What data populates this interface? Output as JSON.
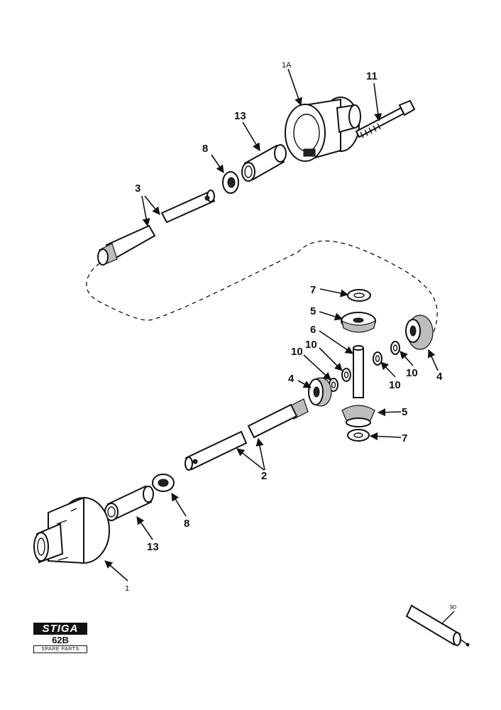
{
  "callouts": {
    "c1A": "1A",
    "c11": "11",
    "c13_top": "13",
    "c8_top": "8",
    "c3": "3",
    "c7_top": "7",
    "c5_top": "5",
    "c6": "6",
    "c10_a": "10",
    "c10_b": "10",
    "c10_c": "10",
    "c10_d": "10",
    "c4_left": "4",
    "c4_right": "4",
    "c5_bottom": "5",
    "c7_bottom": "7",
    "c2": "2",
    "c8_bottom": "8",
    "c13_bottom": "13",
    "c1": "1",
    "c90": "90"
  },
  "logo": {
    "brand": "STIGA",
    "model": "62B",
    "subtitle": "SPARE PARTS"
  }
}
